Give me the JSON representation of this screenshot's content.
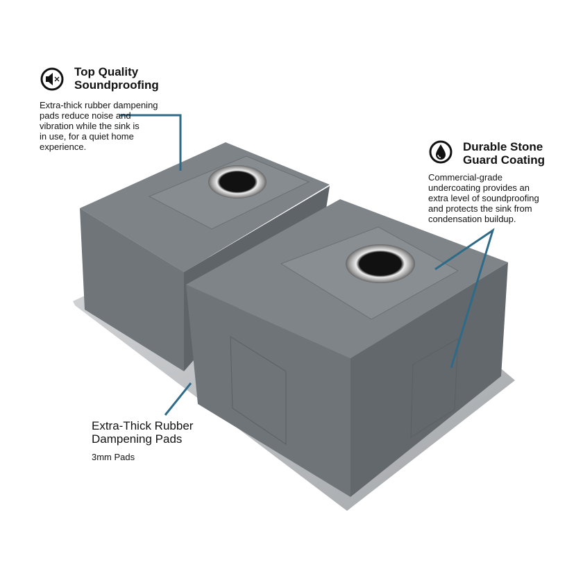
{
  "features": [
    {
      "icon": "speaker-mute-icon",
      "title_line1": "Top Quality",
      "title_line2": "Soundproofing",
      "description": [
        "Extra-thick rubber dampening",
        "pads reduce noise and",
        "vibration while the sink is",
        "in use, for a quiet home",
        "experience."
      ]
    },
    {
      "icon": "water-drop-icon",
      "title_line1": "Durable Stone",
      "title_line2": "Guard Coating",
      "description": [
        "Commercial-grade",
        "undercoating provides an",
        "extra level of soundproofing",
        "and protects the sink from",
        "condensation buildup."
      ]
    },
    {
      "title_line1": "Extra-Thick Rubber",
      "title_line2": "Dampening Pads",
      "description": [
        "3mm Pads"
      ]
    }
  ],
  "colors": {
    "leader": "#2d6b88",
    "coating": "#7b8286",
    "flange": "#b9bcbf"
  }
}
